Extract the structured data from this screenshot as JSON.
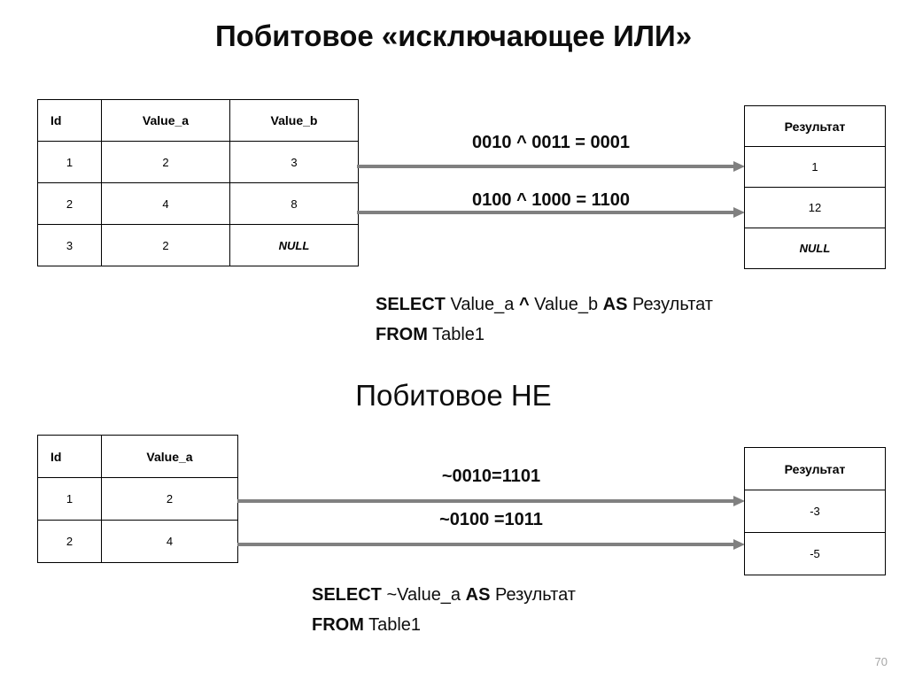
{
  "slide": {
    "page_number": "70",
    "section_xor": {
      "title": "Побитовое «исключающее ИЛИ»",
      "source_table": {
        "headers": [
          "Id",
          "Value_a",
          "Value_b"
        ],
        "rows": [
          [
            "1",
            "2",
            "3"
          ],
          [
            "2",
            "4",
            "8"
          ],
          [
            "3",
            "2",
            "NULL"
          ]
        ]
      },
      "expressions": [
        "0010 ^ 0011 = 0001",
        "0100 ^ 1000 = 1100"
      ],
      "result_table": {
        "header": "Результат",
        "rows": [
          "1",
          "12",
          "NULL"
        ]
      },
      "sql": {
        "line1_kw1": "SELECT",
        "line1_t1": " Value_a ",
        "line1_kw2": "^",
        "line1_t2": " Value_b ",
        "line1_kw3": "AS",
        "line1_t3": " Результат",
        "line2_kw1": "FROM",
        "line2_t1": " Table1"
      }
    },
    "section_not": {
      "title": "Побитовое НЕ",
      "source_table": {
        "headers": [
          "Id",
          "Value_a"
        ],
        "rows": [
          [
            "1",
            "2"
          ],
          [
            "2",
            "4"
          ]
        ]
      },
      "expressions": [
        "~0010=1101",
        "~0100 =1011"
      ],
      "result_table": {
        "header": "Результат",
        "rows": [
          "-3",
          "-5"
        ]
      },
      "sql": {
        "line1_kw1": "SELECT",
        "line1_t1": " ~Value_a ",
        "line1_kw2": "AS",
        "line1_t2": " Результат",
        "line2_kw1": "FROM",
        "line2_t1": " Table1"
      }
    },
    "colors": {
      "null_red": "#c00000",
      "arrow_gray": "#808080",
      "text_black": "#0d0d0d",
      "page_number_gray": "#a6a6a6"
    }
  }
}
